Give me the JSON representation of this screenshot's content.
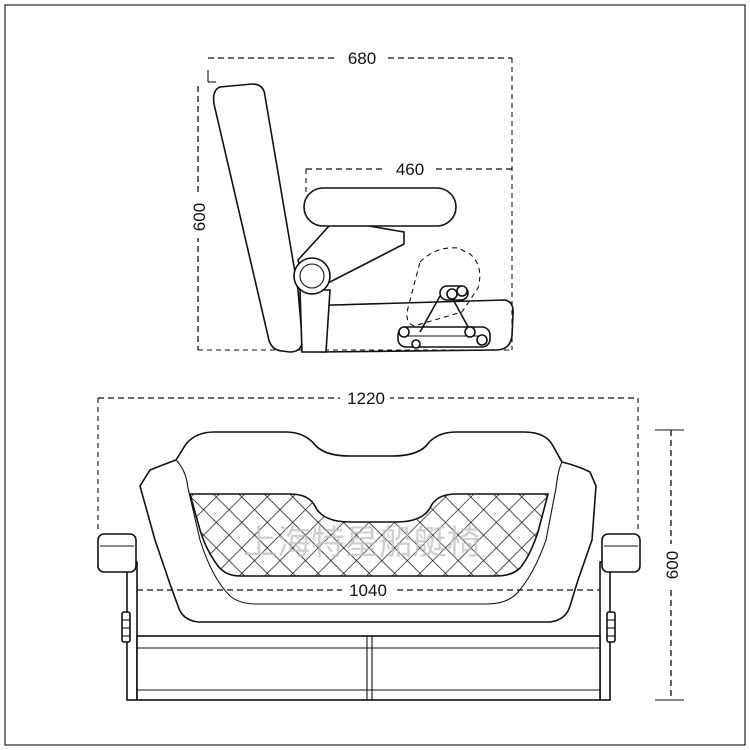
{
  "side_view": {
    "dim_total_depth": "680",
    "dim_seat_depth": "460",
    "dim_height": "600"
  },
  "front_view": {
    "dim_total_width": "1220",
    "dim_seat_width": "1040",
    "dim_height": "600"
  },
  "watermark": "上海特星船艇椅"
}
